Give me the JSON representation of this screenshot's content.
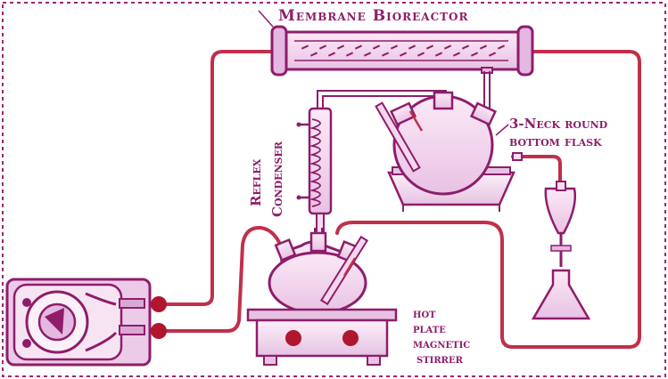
{
  "labels": {
    "membrane_bioreactor": "Membrane Bioreactor",
    "reflex": "Reflex",
    "condenser": "Condenser",
    "flask_line1": "3-Neck round",
    "flask_line2": "bottom flask",
    "hot": "hot",
    "plate": "plate",
    "magnetic": "magnetic",
    "stirrer": "stirrer"
  },
  "colors": {
    "tube": "#c0304a",
    "outline": "#8e1d6a",
    "glass_fill": "#f7dcf0",
    "apparatus_fill": "#eccbe8",
    "border": "#a0207a",
    "knob": "#b0162e"
  }
}
